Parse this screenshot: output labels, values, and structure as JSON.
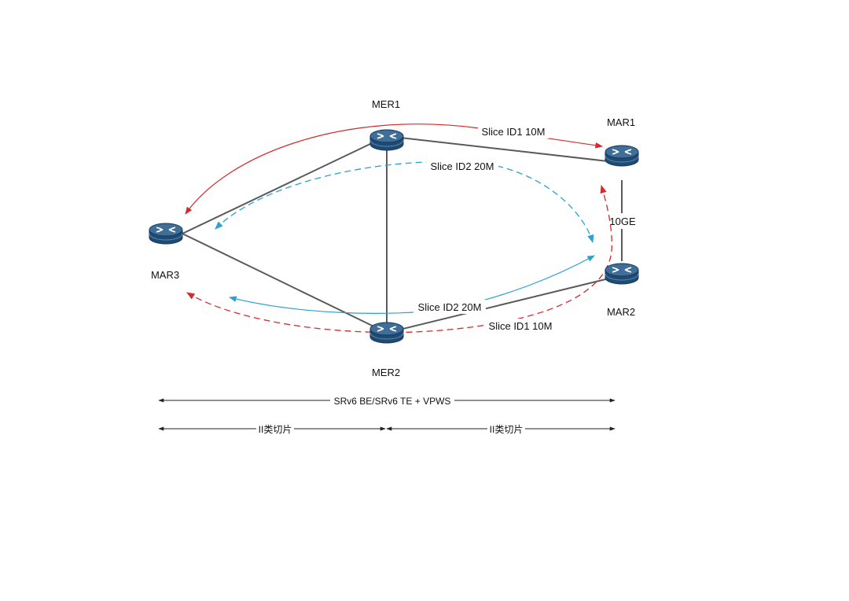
{
  "colors": {
    "slice1": "#d42a2a",
    "slice2": "#2aa0d4",
    "link": "#5a5a5a",
    "router_top": "#3f6f99",
    "router_body": "#1f4a73",
    "router_edge": "#16385a"
  },
  "nodes": {
    "mer1": "MER1",
    "mer2": "MER2",
    "mar1": "MAR1",
    "mar2": "MAR2",
    "mar3": "MAR3"
  },
  "links": {
    "mar1_mar2": "10GE"
  },
  "flows": {
    "upper_red": "Slice ID1 10M",
    "upper_blue": "Slice ID2 20M",
    "lower_blue": "Slice ID2 20M",
    "lower_red": "Slice ID1 10M"
  },
  "dimensions": {
    "overall": "SRv6 BE/SRv6 TE + VPWS",
    "left_segment": "II类切片",
    "right_segment": "II类切片"
  },
  "icons": {
    "router": "router-icon"
  }
}
